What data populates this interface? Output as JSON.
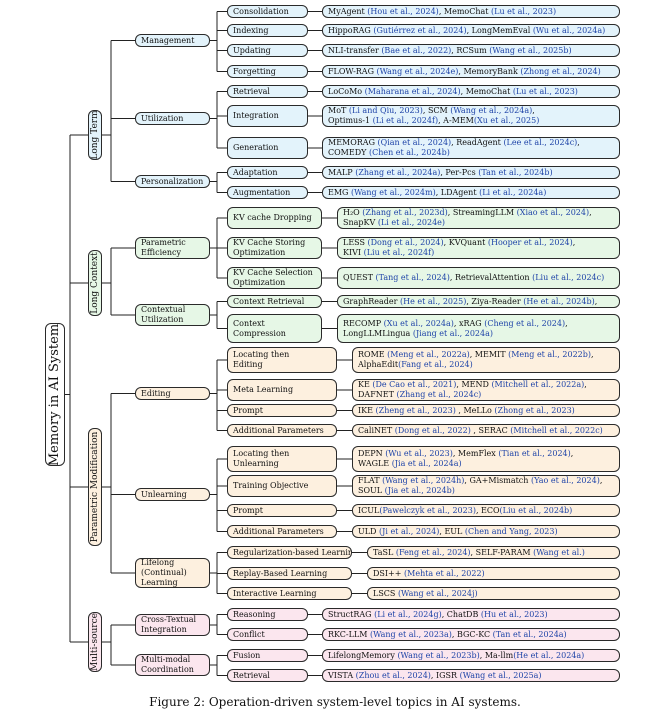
{
  "root": "Memory in AI System",
  "figure_caption": "Figure 2: Operation-driven system-level topics in AI systems.",
  "categories": [
    {
      "label": "Long Term",
      "color": "blue",
      "subs": [
        {
          "label": "Management",
          "children": [
            {
              "label": "Consolidation",
              "refs": [
                [
                  "MyAgent ",
                  ""
                ],
                [
                  "(Hou et al., 2024)",
                  "c"
                ],
                [
                  ", MemoChat ",
                  ""
                ],
                [
                  "(Lu et al., 2023)",
                  "c"
                ]
              ]
            },
            {
              "label": "Indexing",
              "refs": [
                [
                  "HippoRAG ",
                  ""
                ],
                [
                  "(Gutiérrez et al., 2024)",
                  "c"
                ],
                [
                  ", LongMemEval ",
                  ""
                ],
                [
                  "(Wu et al., 2024a)",
                  "c"
                ]
              ]
            },
            {
              "label": "Updating",
              "refs": [
                [
                  "NLI-transfer ",
                  ""
                ],
                [
                  "(Bae et al., 2022)",
                  "c"
                ],
                [
                  ", RCSum ",
                  ""
                ],
                [
                  "(Wang et al., 2025b)",
                  "c"
                ]
              ]
            },
            {
              "label": "Forgetting",
              "refs": [
                [
                  "FLOW-RAG ",
                  ""
                ],
                [
                  "(Wang et al., 2024e)",
                  "c"
                ],
                [
                  ", MemoryBank ",
                  ""
                ],
                [
                  "(Zhong et al., 2024)",
                  "c"
                ]
              ]
            }
          ]
        },
        {
          "label": "Utilization",
          "children": [
            {
              "label": "Retrieval",
              "refs": [
                [
                  "LoCoMo ",
                  ""
                ],
                [
                  "(Maharana et al., 2024)",
                  "c"
                ],
                [
                  ", MemoChat ",
                  ""
                ],
                [
                  "(Lu et al., 2023)",
                  "c"
                ]
              ]
            },
            {
              "label": "Integration",
              "refs": [
                [
                  "MoT ",
                  ""
                ],
                [
                  "(Li and Qiu, 2023)",
                  "c"
                ],
                [
                  ", SCM ",
                  ""
                ],
                [
                  "(Wang et al., 2024a)",
                  "c"
                ],
                [
                  ",\nOptimus-1 ",
                  ""
                ],
                [
                  "(Li et al., 2024f)",
                  "c"
                ],
                [
                  ", A-MEM",
                  ""
                ],
                [
                  "(Xu et al., 2025)",
                  "c"
                ]
              ]
            },
            {
              "label": "Generation",
              "refs": [
                [
                  "MEMORAG ",
                  ""
                ],
                [
                  "(Qian et al., 2024)",
                  "c"
                ],
                [
                  ", ReadAgent ",
                  ""
                ],
                [
                  "(Lee et al., 2024c)",
                  "c"
                ],
                [
                  ",\nCOMEDY ",
                  ""
                ],
                [
                  "(Chen et al., 2024b)",
                  "c"
                ]
              ]
            }
          ]
        },
        {
          "label": "Personalization",
          "children": [
            {
              "label": "Adaptation",
              "refs": [
                [
                  "MALP ",
                  ""
                ],
                [
                  "(Zhang et al., 2024a)",
                  "c"
                ],
                [
                  ", Per-Pcs ",
                  ""
                ],
                [
                  "(Tan et al., 2024b)",
                  "c"
                ]
              ]
            },
            {
              "label": "Augmentation",
              "refs": [
                [
                  "EMG ",
                  ""
                ],
                [
                  "(Wang et al., 2024m)",
                  "c"
                ],
                [
                  ", LDAgent ",
                  ""
                ],
                [
                  "(Li et al., 2024a)",
                  "c"
                ]
              ]
            }
          ]
        }
      ]
    },
    {
      "label": "Long Context",
      "color": "green",
      "subs": [
        {
          "label": "Parametric\nEfficiency",
          "children": [
            {
              "label": "KV cache Dropping",
              "refs": [
                [
                  "H₂O ",
                  ""
                ],
                [
                  "(Zhang et al., 2023d)",
                  "c"
                ],
                [
                  ", StreamingLLM ",
                  ""
                ],
                [
                  "(Xiao et al., 2024)",
                  "c"
                ],
                [
                  ",\nSnapKV ",
                  ""
                ],
                [
                  "(Li et al., 2024e)",
                  "c"
                ]
              ]
            },
            {
              "label": "KV Cache Storing\nOptimization",
              "refs": [
                [
                  "LESS ",
                  ""
                ],
                [
                  "(Dong et al., 2024)",
                  "c"
                ],
                [
                  ", KVQuant ",
                  ""
                ],
                [
                  "(Hooper et al., 2024)",
                  "c"
                ],
                [
                  ",\nKIVI ",
                  ""
                ],
                [
                  "(Liu et al., 2024f)",
                  "c"
                ]
              ]
            },
            {
              "label": "KV Cache Selection\nOptimization",
              "refs": [
                [
                  "QUEST ",
                  ""
                ],
                [
                  "(Tang et al., 2024)",
                  "c"
                ],
                [
                  ", RetrievalAttention ",
                  ""
                ],
                [
                  "(Liu et al., 2024c)",
                  "c"
                ]
              ]
            }
          ]
        },
        {
          "label": "Contextual\nUtilization",
          "children": [
            {
              "label": "Context Retrieval",
              "refs": [
                [
                  "GraphReader ",
                  ""
                ],
                [
                  "(He et al., 2025)",
                  "c"
                ],
                [
                  ", Ziya-Reader ",
                  ""
                ],
                [
                  "(He et al., 2024b)",
                  "c"
                ],
                [
                  ",",
                  ""
                ]
              ]
            },
            {
              "label": "Context\nCompression",
              "refs": [
                [
                  "RECOMP ",
                  ""
                ],
                [
                  "(Xu et al., 2024a)",
                  "c"
                ],
                [
                  ", xRAG ",
                  ""
                ],
                [
                  "(Cheng et al., 2024)",
                  "c"
                ],
                [
                  ",\nLongLLMLingua ",
                  ""
                ],
                [
                  "(Jiang et al., 2024a)",
                  "c"
                ]
              ]
            }
          ]
        }
      ]
    },
    {
      "label": "Parametric Modification",
      "color": "orange",
      "subs": [
        {
          "label": "Editing",
          "children": [
            {
              "label": "Locating then\nEditing",
              "refs": [
                [
                  "ROME ",
                  ""
                ],
                [
                  "(Meng et al., 2022a)",
                  "c"
                ],
                [
                  ", MEMIT ",
                  ""
                ],
                [
                  "(Meng et al., 2022b)",
                  "c"
                ],
                [
                  ",\nAlphaEdit",
                  ""
                ],
                [
                  "(Fang et al., 2024)",
                  "c"
                ]
              ]
            },
            {
              "label": "Meta Learning",
              "refs": [
                [
                  "KE ",
                  ""
                ],
                [
                  "(De Cao et al., 2021)",
                  "c"
                ],
                [
                  ", MEND ",
                  ""
                ],
                [
                  "(Mitchell et al., 2022a)",
                  "c"
                ],
                [
                  ",\nDAFNET ",
                  ""
                ],
                [
                  "(Zhang et al., 2024c)",
                  "c"
                ]
              ]
            },
            {
              "label": "Prompt",
              "refs": [
                [
                  "IKE ",
                  ""
                ],
                [
                  "(Zheng et al., 2023)",
                  "c"
                ],
                [
                  " , MeLLo ",
                  ""
                ],
                [
                  "(Zhong et al., 2023)",
                  "c"
                ]
              ]
            },
            {
              "label": "Additional Parameters",
              "refs": [
                [
                  "CaliNET ",
                  ""
                ],
                [
                  "(Dong et al., 2022)",
                  "c"
                ],
                [
                  " , SERAC ",
                  ""
                ],
                [
                  "(Mitchell et al., 2022c)",
                  "c"
                ]
              ]
            }
          ]
        },
        {
          "label": "Unlearning",
          "children": [
            {
              "label": "Locating then\nUnlearning",
              "refs": [
                [
                  "DEPN ",
                  ""
                ],
                [
                  "(Wu et al., 2023)",
                  "c"
                ],
                [
                  ", MemFlex ",
                  ""
                ],
                [
                  "(Tian et al., 2024)",
                  "c"
                ],
                [
                  ",\nWAGLE ",
                  ""
                ],
                [
                  "(Jia et al., 2024a)",
                  "c"
                ]
              ]
            },
            {
              "label": "Training Objective",
              "refs": [
                [
                  "FLAT ",
                  ""
                ],
                [
                  "(Wang et al., 2024h)",
                  "c"
                ],
                [
                  ", GA+Mismatch ",
                  ""
                ],
                [
                  "(Yao et al., 2024)",
                  "c"
                ],
                [
                  ",\nSOUL ",
                  ""
                ],
                [
                  "(Jia et al., 2024b)",
                  "c"
                ]
              ]
            },
            {
              "label": "Prompt",
              "refs": [
                [
                  "ICUL",
                  ""
                ],
                [
                  "(Pawelczyk et al., 2023)",
                  "c"
                ],
                [
                  ", ECO",
                  ""
                ],
                [
                  "(Liu et al., 2024b)",
                  "c"
                ]
              ]
            },
            {
              "label": "Additional Parameters",
              "refs": [
                [
                  "ULD ",
                  ""
                ],
                [
                  "(Ji et al., 2024)",
                  "c"
                ],
                [
                  ", EUL ",
                  ""
                ],
                [
                  "(Chen and Yang, 2023)",
                  "c"
                ]
              ]
            }
          ]
        },
        {
          "label": "Lifelong\n(Continual)\nLearning",
          "children": [
            {
              "label": "Regularization-based Learning",
              "refs": [
                [
                  "TaSL ",
                  ""
                ],
                [
                  "(Feng et al., 2024)",
                  "c"
                ],
                [
                  ", SELF-PARAM ",
                  ""
                ],
                [
                  "(Wang et al.)",
                  "c"
                ]
              ]
            },
            {
              "label": "Replay-Based Learning",
              "refs": [
                [
                  "DSI++ ",
                  ""
                ],
                [
                  "(Mehta et al., 2022)",
                  "c"
                ]
              ]
            },
            {
              "label": "Interactive Learning",
              "refs": [
                [
                  "LSCS ",
                  ""
                ],
                [
                  "(Wang et al., 2024j)",
                  "c"
                ]
              ]
            }
          ]
        }
      ]
    },
    {
      "label": "Multi-source",
      "color": "pink",
      "subs": [
        {
          "label": "Cross-Textual\nIntegration",
          "children": [
            {
              "label": "Reasoning",
              "refs": [
                [
                  "StructRAG ",
                  ""
                ],
                [
                  "(Li et al., 2024g)",
                  "c"
                ],
                [
                  ", ChatDB ",
                  ""
                ],
                [
                  "(Hu et al., 2023)",
                  "c"
                ]
              ]
            },
            {
              "label": "Conflict",
              "refs": [
                [
                  "RKC-LLM ",
                  ""
                ],
                [
                  "(Wang et al., 2023a)",
                  "c"
                ],
                [
                  ", BGC-KC ",
                  ""
                ],
                [
                  "(Tan et al., 2024a)",
                  "c"
                ]
              ]
            }
          ]
        },
        {
          "label": "Multi-modal\nCoordination",
          "children": [
            {
              "label": "Fusion",
              "refs": [
                [
                  "LifelongMemory ",
                  ""
                ],
                [
                  "(Wang et al., 2023b)",
                  "c"
                ],
                [
                  ", Ma-llm",
                  ""
                ],
                [
                  "(He et al., 2024a)",
                  "c"
                ]
              ]
            },
            {
              "label": "Retrieval",
              "refs": [
                [
                  "VISTA ",
                  ""
                ],
                [
                  "(Zhou et al., 2024)",
                  "c"
                ],
                [
                  ", IGSR ",
                  ""
                ],
                [
                  "(Wang et al., 2025a)",
                  "c"
                ]
              ]
            }
          ]
        }
      ]
    }
  ]
}
